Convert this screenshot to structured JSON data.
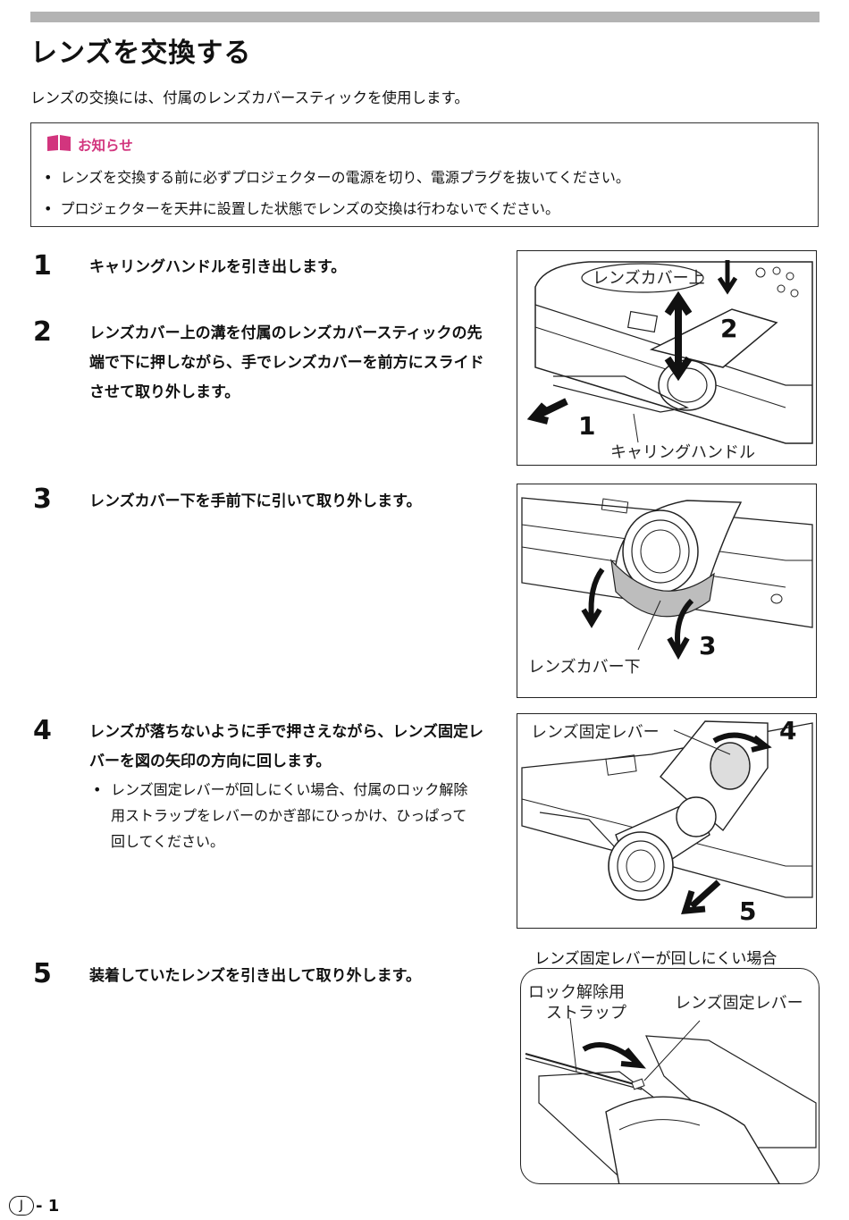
{
  "page": {
    "title": "レンズを交換する",
    "intro": "レンズの交換には、付属のレンズカバースティックを使用します。"
  },
  "notice": {
    "title": "お知らせ",
    "icon": "book-icon",
    "items": [
      "レンズを交換する前に必ずプロジェクターの電源を切り、電源プラグを抜いてください。",
      "プロジェクターを天井に設置した状態でレンズの交換は行わないでください。"
    ]
  },
  "steps": [
    {
      "num": "1",
      "text": "キャリングハンドルを引き出します。"
    },
    {
      "num": "2",
      "text": "レンズカバー上の溝を付属のレンズカバースティックの先端で下に押しながら、手でレンズカバーを前方にスライドさせて取り外します。"
    },
    {
      "num": "3",
      "text": "レンズカバー下を手前下に引いて取り外します。"
    },
    {
      "num": "4",
      "text": "レンズが落ちないように手で押さえながら、レンズ固定レバーを図の矢印の方向に回します。",
      "sub": "レンズ固定レバーが回しにくい場合、付属のロック解除用ストラップをレバーのかぎ部にひっかけ、ひっぱって回してください。"
    },
    {
      "num": "5",
      "text": "装着していたレンズを引き出して取り外します。"
    }
  ],
  "figures": {
    "fig1": {
      "label_top": "レンズカバー上",
      "label_bottom": "キャリングハンドル",
      "n1": "1",
      "n2": "2"
    },
    "fig2": {
      "label": "レンズカバー下",
      "n3": "3"
    },
    "fig3": {
      "label": "レンズ固定レバー",
      "n4": "4",
      "n5": "5"
    },
    "fig4": {
      "caption": "レンズ固定レバーが回しにくい場合",
      "label_left_1": "ロック解除用",
      "label_left_2": "ストラップ",
      "label_right": "レンズ固定レバー"
    }
  },
  "footer": {
    "circle": "J",
    "page": "- 1"
  },
  "colors": {
    "accent": "#d2357e",
    "topbar": "#b3b3b3"
  }
}
